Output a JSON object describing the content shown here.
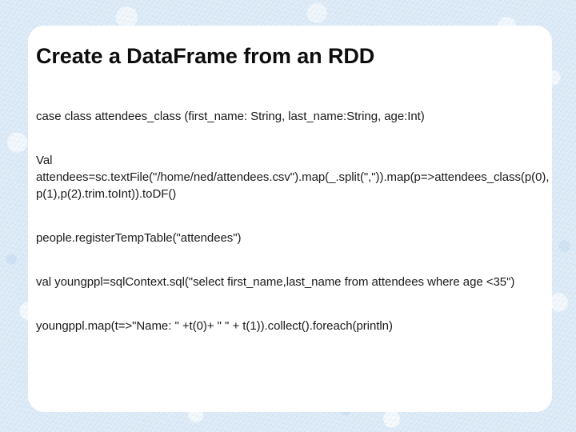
{
  "slide": {
    "title": "Create a DataFrame from an RDD",
    "background_color": "#dbe9f6",
    "card_color": "#ffffff",
    "text_color": "#1a1a1a",
    "blocks": [
      {
        "id": "case-class",
        "text": "case class attendees_class (first_name: String, last_name:String, age:Int)"
      },
      {
        "id": "load-rdd",
        "text": "Val\nattendees=sc.textFile(\"/home/ned/attendees.csv\").map(_.split(\",\")).map(p=>attendees_class(p(0),p(1),p(2).trim.toInt)).toDF()"
      },
      {
        "id": "register-temp-table",
        "text": "people.registerTempTable(\"attendees\")"
      },
      {
        "id": "sql-query",
        "text": "val youngppl=sqlContext.sql(\"select first_name,last_name from attendees where age <35\")"
      },
      {
        "id": "print-results",
        "text": "youngppl.map(t=>\"Name: \" +t(0)+ \" \" + t(1)).collect().foreach(println)"
      }
    ]
  }
}
